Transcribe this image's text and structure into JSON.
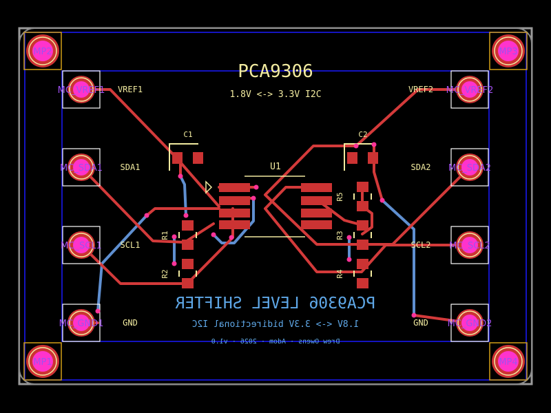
{
  "colors": {
    "background": "#000000",
    "board_edge": "#9a9a9a",
    "board_outline": "#1a1aff",
    "front_copper": "#d33a3a",
    "back_copper": "#5f8fd0",
    "pad": "#cc3333",
    "pad_hole": "#ff33cc",
    "via": "#ff3399",
    "pad_ring": "#d4a017",
    "silkscreen_front": "#f2eba0",
    "silkscreen_back": "#5fa8e8",
    "courtyard": "#ffffff",
    "fab": "#e0c040",
    "pad_label": "#a050f0"
  },
  "title": {
    "main": "PCA9306",
    "sub": "1.8V <-> 3.3V I2C"
  },
  "back_silkscreen": {
    "title": "PCA9306 LEVEL SHIFTER",
    "subtitle": "1.8V <-> 3.3V bidirectional I2C",
    "credit": "Drew Owens · Adom · 2026 · v1.0"
  },
  "mounting_holes": [
    {
      "label": "MP2"
    },
    {
      "label": "MP3"
    },
    {
      "label": "MP1"
    },
    {
      "label": "MP4"
    }
  ],
  "connectors_left": [
    {
      "pad": "MC_VREF1",
      "net": "VREF1"
    },
    {
      "pad": "MC_SDA1",
      "net": "SDA1"
    },
    {
      "pad": "MC_SCL1",
      "net": "SCL1"
    },
    {
      "pad": "MC_GND1",
      "net": "GND"
    }
  ],
  "connectors_right": [
    {
      "pad": "MC_VREF2",
      "net": "VREF2"
    },
    {
      "pad": "MC_SDA2",
      "net": "SDA2"
    },
    {
      "pad": "MC_SCL2",
      "net": "SCL2"
    },
    {
      "pad": "MC_GND2",
      "net": "GND"
    }
  ],
  "components": {
    "u1": "U1",
    "c1": "C1",
    "c2": "C2",
    "r1": "R1",
    "r2": "R2",
    "r3": "R3",
    "r4": "R4",
    "r5": "R5"
  }
}
